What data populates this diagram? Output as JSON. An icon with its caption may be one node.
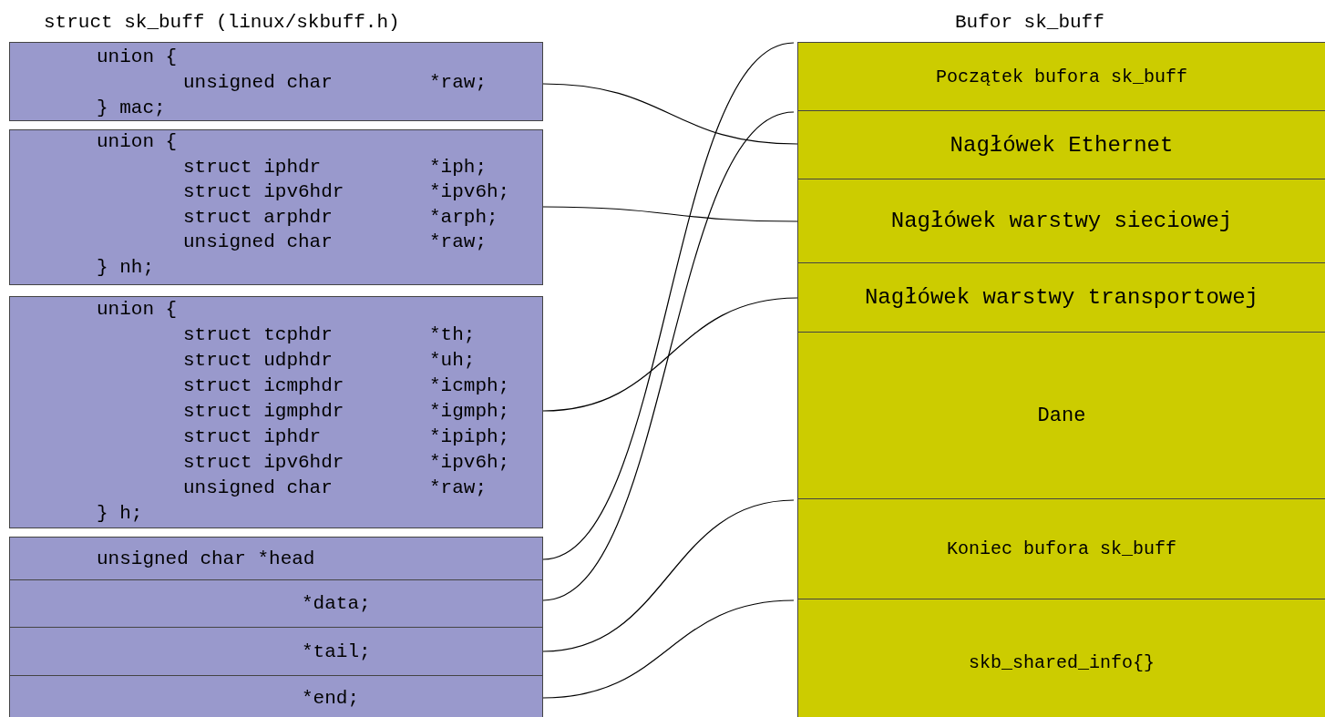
{
  "diagram": {
    "nodes": [
      {
        "text": [
          "union {",
          "unsigned char",
          "*raw;",
          "} mac;"
        ]
      },
      {
        "text": [
          "union {",
          "struct iphdr",
          "*iph;",
          "struct ipv6hdr",
          "*ipv6h;",
          "struct arphdr",
          "*arph;",
          "unsigned char",
          "*raw;",
          "} nh;"
        ]
      },
      {
        "text": [
          "union {",
          "struct tcphdr",
          "*th;",
          "struct udphdr",
          "*uh;",
          "struct icmphdr",
          "*icmph;",
          "struct igmphdr",
          "*igmph;",
          "struct iphdr",
          "*ipiph;",
          "struct ipv6hdr",
          "*ipv6h;",
          "unsigned char",
          "*raw;",
          "} h;"
        ]
      },
      {
        "text": [
          "unsigned char *head"
        ]
      },
      {
        "text": [
          "*data;"
        ]
      },
      {
        "text": [
          "*tail;"
        ]
      },
      {
        "text": [
          "*end;"
        ]
      },
      {
        "text": [
          "Początek bufora sk_buff"
        ]
      },
      {
        "text": [
          "Nagłówek Ethernet"
        ]
      },
      {
        "text": [
          "Nagłówek warstwy sieciowej"
        ]
      },
      {
        "text": [
          "Nagłówek warstwy transportowej"
        ]
      },
      {
        "text": [
          "Dane"
        ]
      },
      {
        "text": [
          "Koniec bufora sk_buff"
        ]
      },
      {
        "text": [
          "skb_shared_info{}"
        ]
      }
    ],
    "edges": [
      {
        "from": 0,
        "to": 8,
        "arrow": "none"
      },
      {
        "from": 1,
        "to": 9,
        "arrow": "none"
      },
      {
        "from": 2,
        "to": 10,
        "arrow": "none"
      },
      {
        "from": 3,
        "to": 7,
        "arrow": "none"
      },
      {
        "from": 4,
        "to": 8,
        "arrow": "none"
      },
      {
        "from": 5,
        "to": 12,
        "arrow": "none"
      },
      {
        "from": 6,
        "to": 13,
        "arrow": "none"
      }
    ],
    "labels": [
      "struct sk_buff (linux/skbuff.h)",
      "Bufor sk_buff"
    ]
  }
}
